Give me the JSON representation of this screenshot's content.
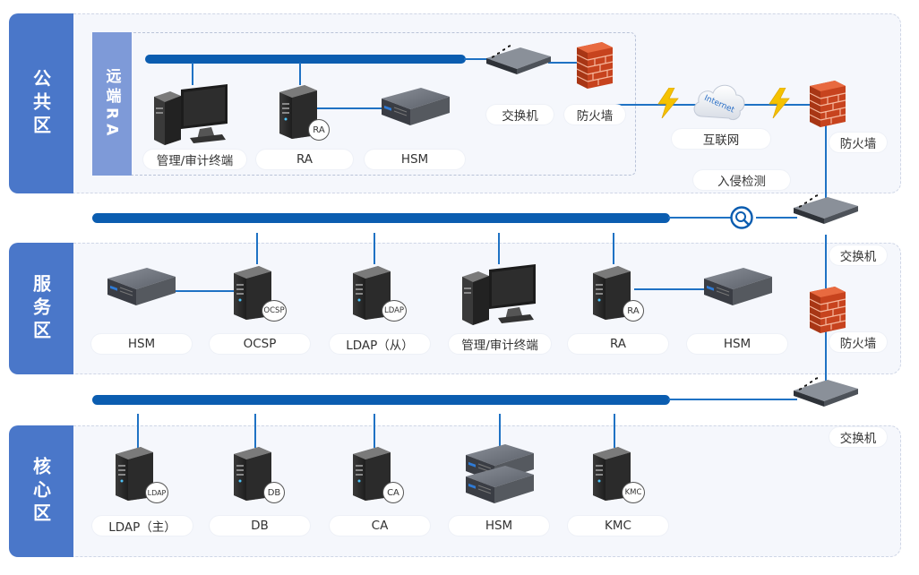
{
  "zones": {
    "public": {
      "label": "公共区"
    },
    "service": {
      "label": "服务区"
    },
    "core": {
      "label": "核心区"
    }
  },
  "remote_ra": {
    "label": "远端RA"
  },
  "public": {
    "terminal": "管理/审计终端",
    "ra": "RA",
    "ra_badge": "RA",
    "hsm": "HSM",
    "switch": "交换机",
    "firewall": "防火墙",
    "internet": "互联网",
    "internet_cloud_text": "Internet",
    "firewall_right": "防火墙",
    "ids": "入侵检测"
  },
  "right_column": {
    "switch_1": "交换机",
    "firewall_2": "防火墙",
    "switch_2": "交换机"
  },
  "service": {
    "items": [
      {
        "label": "HSM",
        "badge": ""
      },
      {
        "label": "OCSP",
        "badge": "OCSP"
      },
      {
        "label": "LDAP（从）",
        "badge": "LDAP"
      },
      {
        "label": "管理/审计终端",
        "badge": ""
      },
      {
        "label": "RA",
        "badge": "RA"
      },
      {
        "label": "HSM",
        "badge": ""
      }
    ]
  },
  "core": {
    "items": [
      {
        "label": "LDAP（主）",
        "badge": "LDAP"
      },
      {
        "label": "DB",
        "badge": "DB"
      },
      {
        "label": "CA",
        "badge": "CA"
      },
      {
        "label": "HSM",
        "badge": ""
      },
      {
        "label": "KMC",
        "badge": "KMC"
      }
    ]
  },
  "colors": {
    "bus": "#0b5db0",
    "zone_tab": "#4a77c9",
    "remote_tab": "#7e9ad8",
    "firewall": "#d9552b",
    "lightning": "#f5c200"
  },
  "icons": [
    "server-tower-icon",
    "rack-server-icon",
    "desktop-pc-icon",
    "network-switch-icon",
    "firewall-icon",
    "internet-cloud-icon",
    "lightning-icon",
    "magnifier-icon"
  ]
}
